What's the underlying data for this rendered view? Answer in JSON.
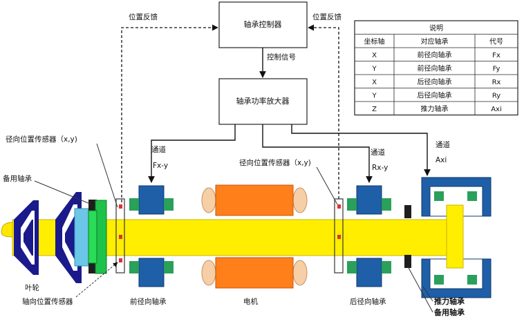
{
  "blocks": {
    "controller": "轴承控制器",
    "amplifier": "轴承功率放大器"
  },
  "signals": {
    "control_signal": "控制信号",
    "feedback_left": "位置反馈",
    "feedback_right": "位置反馈"
  },
  "channels": {
    "ch1_label": "通道",
    "ch1_name": "Fx-y",
    "ch2_label": "通道",
    "ch2_name": "Rx-y",
    "ch3_label": "通道",
    "ch3_name": "Axi"
  },
  "components": {
    "radial_sensor_left": "径向位置传感器（x,y)",
    "radial_sensor_right": "径向位置传感器（x,y)",
    "backup_bearing_left": "备用轴承",
    "impeller": "叶轮",
    "axial_sensor": "轴向位置传感器",
    "front_radial_bearing": "前径向轴承",
    "motor": "电机",
    "rear_radial_bearing": "后径向轴承",
    "thrust_bearing": "推力轴承",
    "backup_bearing_right": "备用轴承"
  },
  "legend": {
    "title": "说明",
    "headers": [
      "坐标轴",
      "对应轴承",
      "代号"
    ],
    "rows": [
      [
        "X",
        "前径向轴承",
        "Fx"
      ],
      [
        "Y",
        "前径向轴承",
        "Fy"
      ],
      [
        "X",
        "后径向轴承",
        "Rx"
      ],
      [
        "Y",
        "后径向轴承",
        "Ry"
      ],
      [
        "Z",
        "推力轴承",
        "Axi"
      ]
    ]
  },
  "colors": {
    "shaft": "#ffee00",
    "bearing_core": "#1f5fa8",
    "bearing_pole": "#2aa05a",
    "motor_core": "#ff7f1a",
    "motor_end": "#f6cfa6",
    "impeller": "#1a1a8c",
    "disc": "#6cc6e8",
    "backup": "#1e1e1e"
  }
}
